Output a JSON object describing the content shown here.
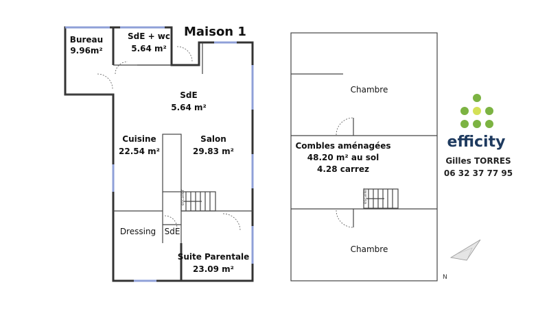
{
  "title": "Maison 1",
  "rooms": {
    "bureau": {
      "name": "Bureau",
      "area": "9.96m²"
    },
    "sde_wc": {
      "name": "SdE + wc",
      "area": "5.64 m²"
    },
    "sde": {
      "name": "SdE",
      "area": "5.64 m²"
    },
    "cuisine": {
      "name": "Cuisine",
      "area": "22.54 m²"
    },
    "salon": {
      "name": "Salon",
      "area": "29.83 m²"
    },
    "dressing": {
      "name": "Dressing"
    },
    "sde_small": {
      "name": "SdE"
    },
    "suite": {
      "name": "Suite Parentale",
      "area": "23.09 m²"
    },
    "chambre_top": {
      "name": "Chambre"
    },
    "combles": {
      "line1": "Combles aménagées",
      "line2": "48.20 m² au sol",
      "line3": "4.28 carrez"
    },
    "chambre_bottom": {
      "name": "Chambre"
    }
  },
  "stairs": {
    "label": "escalier"
  },
  "agent": {
    "name": "Gilles TORRES",
    "phone": "06 32 37 77 95"
  },
  "brand": {
    "name": "efficity",
    "dot_color": "#7cb342",
    "center_dot_color": "#d4e157",
    "text_color": "#1e3a5f"
  },
  "compass": {
    "label": "N"
  },
  "colors": {
    "wall": "#333333",
    "window": "#8fa0d8"
  }
}
